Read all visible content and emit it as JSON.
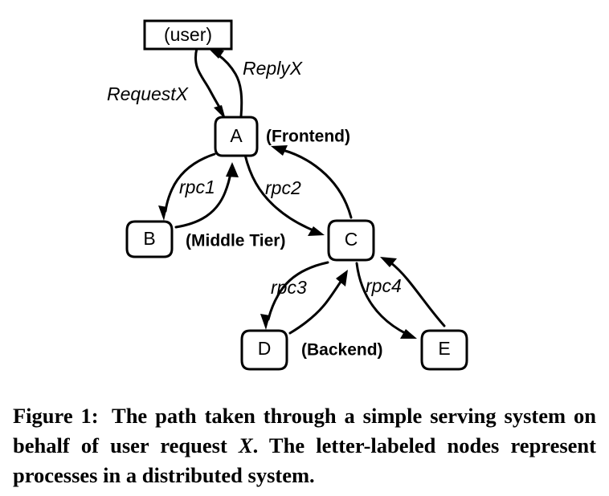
{
  "figure": {
    "nodes": [
      {
        "id": "user",
        "label": "(user)",
        "shape": "rectangle"
      },
      {
        "id": "A",
        "label": "A",
        "shape": "rounded-barrel"
      },
      {
        "id": "B",
        "label": "B",
        "shape": "rounded-barrel"
      },
      {
        "id": "C",
        "label": "C",
        "shape": "rounded-barrel"
      },
      {
        "id": "D",
        "label": "D",
        "shape": "rounded-barrel"
      },
      {
        "id": "E",
        "label": "E",
        "shape": "rounded-barrel"
      }
    ],
    "edge_labels": [
      {
        "id": "request",
        "text": "RequestX"
      },
      {
        "id": "reply",
        "text": "ReplyX"
      },
      {
        "id": "rpc1",
        "text": "rpc1"
      },
      {
        "id": "rpc2",
        "text": "rpc2"
      },
      {
        "id": "rpc3",
        "text": "rpc3"
      },
      {
        "id": "rpc4",
        "text": "rpc4"
      }
    ],
    "tier_labels": [
      {
        "id": "frontend",
        "text": "(Frontend)"
      },
      {
        "id": "middle-tier",
        "text": "(Middle Tier)"
      },
      {
        "id": "backend",
        "text": "(Backend)"
      }
    ],
    "colors": {
      "stroke": "#000000",
      "fill": "#ffffff",
      "background": "#ffffff"
    }
  },
  "caption": {
    "label": "Figure 1:",
    "part1": "The path taken through a simple serving system on behalf of user request",
    "italic_symbol": "X",
    "part2": ". The letter-labeled nodes represent processes in a distributed system."
  }
}
